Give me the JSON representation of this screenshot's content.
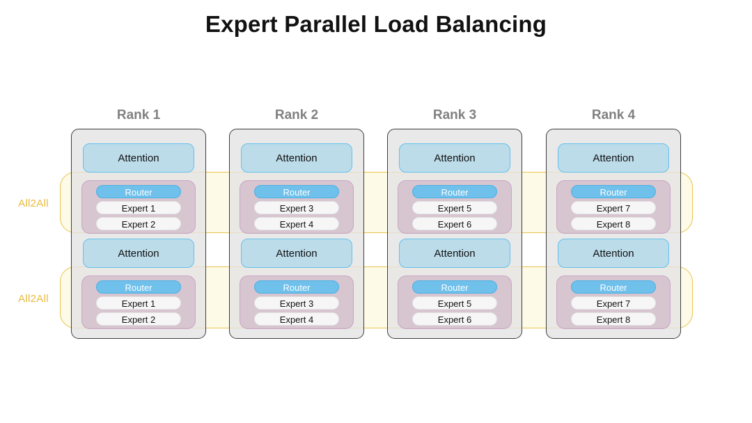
{
  "page": {
    "title": "Expert Parallel Load Balancing",
    "background": "#ffffff"
  },
  "colors": {
    "title_text": "#111111",
    "rank_label": "#808080",
    "rank_box_fill": "#e4e4e4",
    "rank_box_border": "#3d3d3d",
    "attention_fill": "#bcdcea",
    "attention_border": "#63c1ec",
    "moe_fill": "#cbb0c4",
    "moe_border": "#c9a6c6",
    "router_fill": "#6fc0ea",
    "router_border": "#4ab2e6",
    "router_text": "#ffffff",
    "expert_fill": "#f6f6f6",
    "expert_border": "#e2e2e2",
    "expert_text": "#111111",
    "all2all_band_fill": "#fdfbe8",
    "all2all_band_border": "#e8c24a",
    "all2all_label": "#e8b93c"
  },
  "all2all_bands": [
    {
      "label": "All2All"
    },
    {
      "label": "All2All"
    }
  ],
  "ranks": [
    {
      "title": "Rank 1",
      "layers": [
        {
          "attention": "Attention",
          "router": "Router",
          "experts": [
            "Expert 1",
            "Expert 2"
          ]
        },
        {
          "attention": "Attention",
          "router": "Router",
          "experts": [
            "Expert 1",
            "Expert 2"
          ]
        }
      ]
    },
    {
      "title": "Rank 2",
      "layers": [
        {
          "attention": "Attention",
          "router": "Router",
          "experts": [
            "Expert 3",
            "Expert 4"
          ]
        },
        {
          "attention": "Attention",
          "router": "Router",
          "experts": [
            "Expert 3",
            "Expert 4"
          ]
        }
      ]
    },
    {
      "title": "Rank 3",
      "layers": [
        {
          "attention": "Attention",
          "router": "Router",
          "experts": [
            "Expert 5",
            "Expert 6"
          ]
        },
        {
          "attention": "Attention",
          "router": "Router",
          "experts": [
            "Expert 5",
            "Expert 6"
          ]
        }
      ]
    },
    {
      "title": "Rank 4",
      "layers": [
        {
          "attention": "Attention",
          "router": "Router",
          "experts": [
            "Expert 7",
            "Expert 8"
          ]
        },
        {
          "attention": "Attention",
          "router": "Router",
          "experts": [
            "Expert 7",
            "Expert 8"
          ]
        }
      ]
    }
  ]
}
